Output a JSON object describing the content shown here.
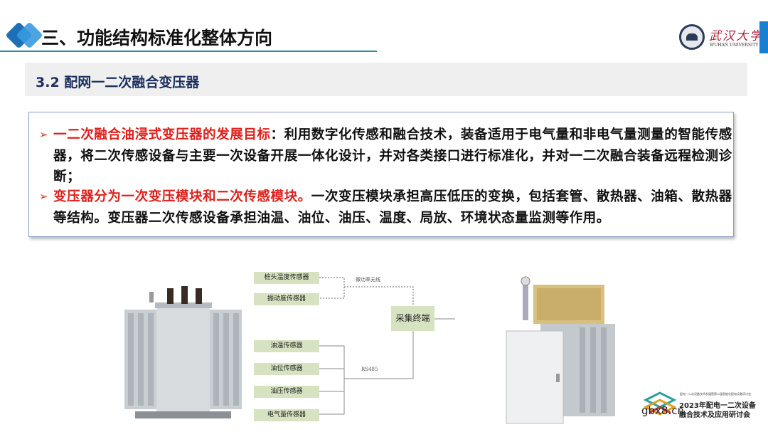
{
  "header": {
    "title": "三、功能结构标准化整体方向",
    "logo_text_cn": "武汉大学",
    "logo_text_en": "WUHAN UNIVERSITY",
    "accent": "#1a7fd0"
  },
  "section": {
    "title": "3.2 配网一二次融合变压器"
  },
  "bullets": [
    {
      "highlight": "一二次融合油浸式变压器的发展目标",
      "text": "：利用数字化传感和融合技术，装备适用于电气量和非电气量测量的智能传感器，将二次传感设备与主要一次设备开展一体化设计，并对各类接口进行标准化，并对一二次融合装备远程检测诊断；"
    },
    {
      "highlight": "变压器分为一次变压模块和二次传感模块。",
      "text": "一次变压模块承担高压低压的变换，包括套管、散热器、油箱、散热器等结构。变压器二次传感设备承担油温、油位、油压、温度、局放、环境状态量监测等作用。"
    }
  ],
  "diagram": {
    "wireless_sensors": [
      "桩头温度传感器",
      "振动度传感器"
    ],
    "wired_sensors": [
      "油温传感器",
      "油位传感器",
      "油压传感器",
      "电气量传感器"
    ],
    "hub": "采集终端",
    "wireless_label": "微功率无线",
    "wired_label": "RS485"
  },
  "conference": {
    "line1": "配电一二次设备技术发展暨第二届智能化配电设备研讨会",
    "line2": "2023年配电一二次设备",
    "line3": "融合技术及应用研讨会"
  },
  "watermark": "gbx8.cn"
}
